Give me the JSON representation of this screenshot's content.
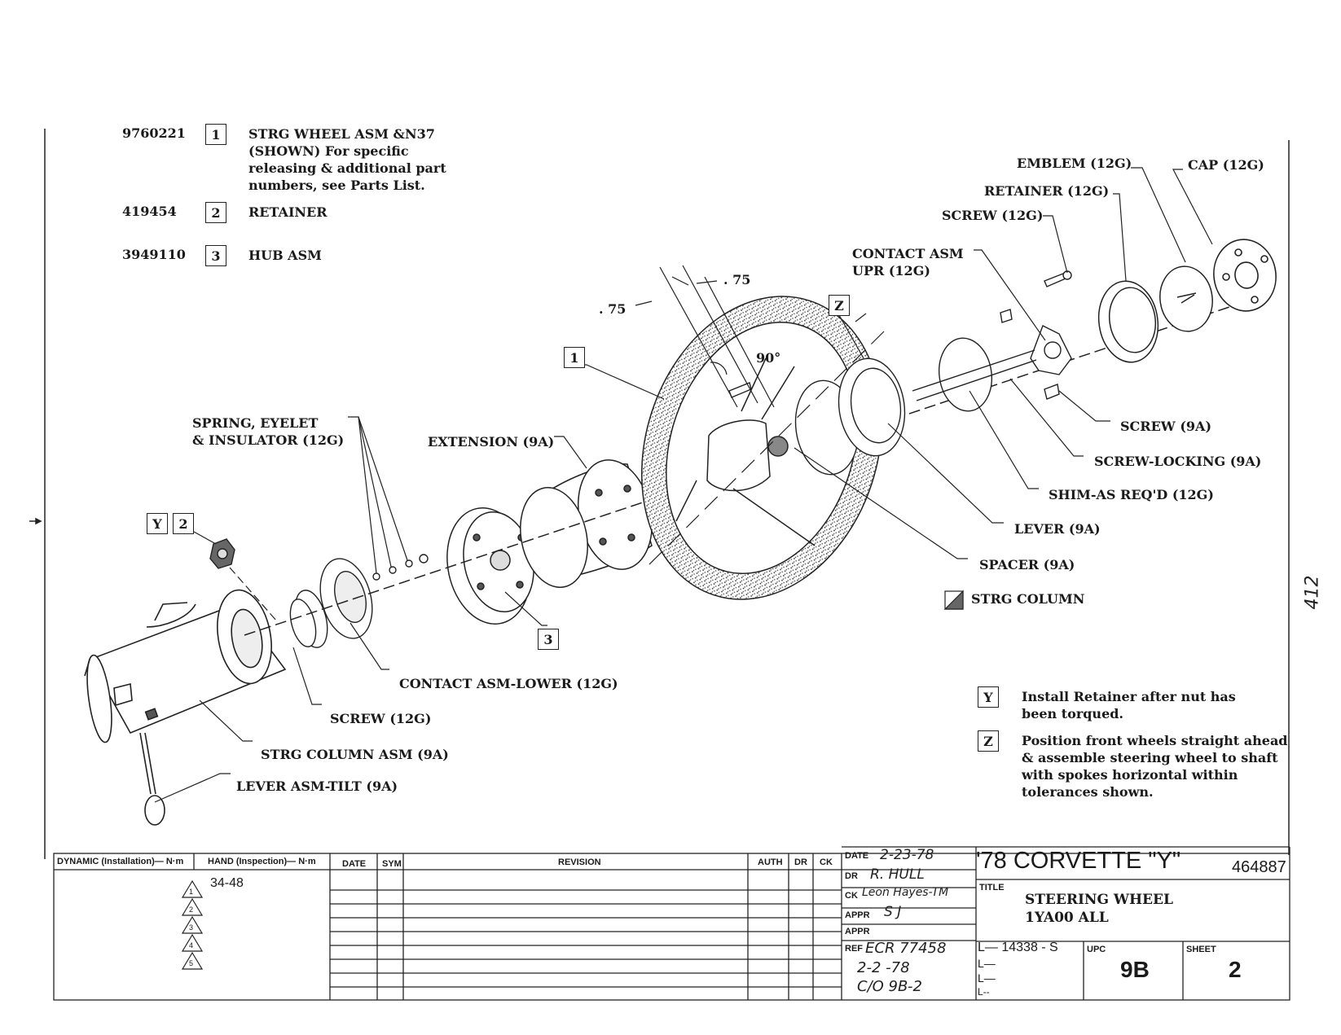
{
  "parts_list": [
    {
      "part_no": "9760221",
      "ref": "1",
      "desc": "STRG WHEEL ASM &N37 (SHOWN) For specific releasing & additional part numbers, see Parts List."
    },
    {
      "part_no": "419454",
      "ref": "2",
      "desc": "RETAINER"
    },
    {
      "part_no": "3949110",
      "ref": "3",
      "desc": "HUB ASM"
    }
  ],
  "callouts": {
    "emblem": "EMBLEM (12G)",
    "cap": "CAP (12G)",
    "retainer_top": "RETAINER (12G)",
    "screw_top": "SCREW (12G)",
    "contact_upr_1": "CONTACT ASM",
    "contact_upr_2": "UPR (12G)",
    "dim_75_a": ". 75",
    "dim_75_b": ". 75",
    "angle_90": "90°",
    "spring_1": "SPRING, EYELET",
    "spring_2": "& INSULATOR (12G)",
    "extension": "EXTENSION (9A)",
    "screw_9a": "SCREW (9A)",
    "screw_locking": "SCREW-LOCKING (9A)",
    "shim": "SHIM-AS REQ'D (12G)",
    "lever": "LEVER (9A)",
    "spacer": "SPACER (9A)",
    "strg_column": "STRG COLUMN",
    "contact_lower": "CONTACT ASM-LOWER (12G)",
    "screw_12g": "SCREW (12G)",
    "column_asm": "STRG COLUMN ASM (9A)",
    "lever_tilt": "LEVER ASM-TILT (9A)"
  },
  "ref_boxes": {
    "one": "1",
    "two": "2",
    "three": "3",
    "y": "Y",
    "z": "Z"
  },
  "notes": [
    {
      "key": "Y",
      "text": "Install Retainer after nut has been torqued."
    },
    {
      "key": "Z",
      "text": "Position front wheels straight ahead & assemble steering wheel to shaft with spokes horizontal within tolerances shown."
    }
  ],
  "side_mark": "412",
  "title_block": {
    "col_dynamic": "DYNAMIC (Installation)— N·m",
    "col_hand": "HAND (Inspection)— N·m",
    "col_date": "DATE",
    "col_sym": "SYM",
    "col_revision": "REVISION",
    "col_auth": "AUTH",
    "col_dr": "DR",
    "col_ck": "CK",
    "torque_value": "34-48",
    "torque_symbols": [
      "1",
      "2",
      "3",
      "4",
      "5"
    ],
    "date_label": "DATE",
    "date_value": "2-23-78",
    "dr_label": "DR",
    "dr_value": "R. HULL",
    "ck_label": "CK",
    "ck_value": "Leon Hayes-TM",
    "appr1_label": "APPR",
    "appr1_value": "S J",
    "appr2_label": "APPR",
    "ref_label": "REF",
    "ref_line1": "ECR 77458",
    "ref_line2": "2-2 -78",
    "ref_line3": "C/O 9B-2",
    "model": "'78 CORVETTE \"Y\"",
    "drawing_no": "464887",
    "title_label": "TITLE",
    "title_line1": "STEERING WHEEL",
    "title_line2": "1YA00 ALL",
    "l_line1": "L— 14338 - S",
    "l_line2": "L—",
    "l_line3": "L—",
    "l_line4": "L--",
    "upc_label": "UPC",
    "upc_value": "9B",
    "sheet_label": "SHEET",
    "sheet_value": "2"
  }
}
